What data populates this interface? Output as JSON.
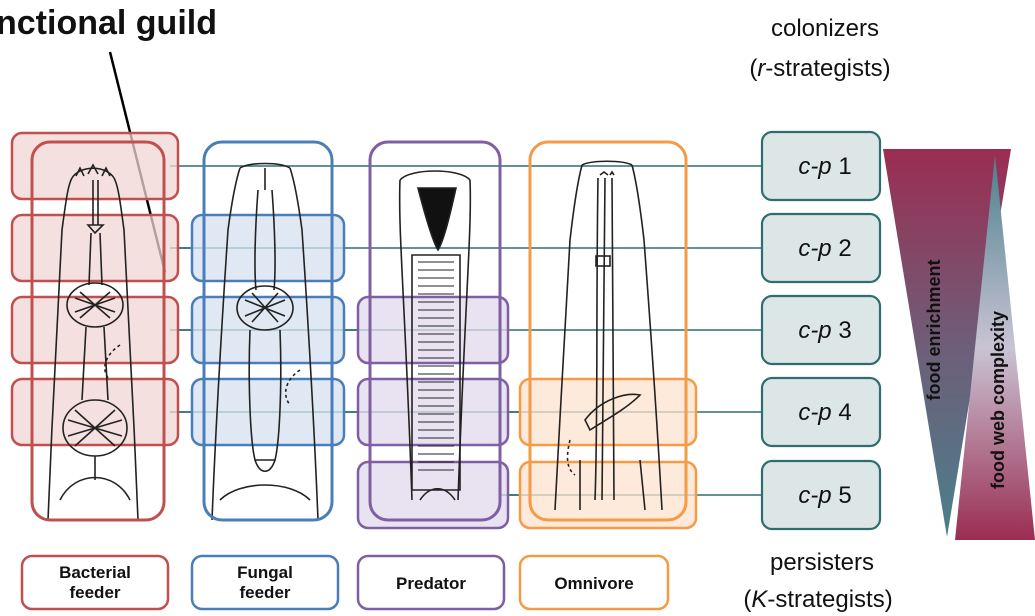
{
  "title": "nctional guild",
  "colonizers": {
    "line1": "colonizers",
    "line2_italic": "r",
    "line2_rest": "-strategists)",
    "line2_open": "("
  },
  "persisters": {
    "line1": "persisters",
    "line2_italic": "K",
    "line2_rest": "-strategists)",
    "line2_open": "("
  },
  "cp_classes": [
    {
      "prefix_italic": "c-p",
      "num": "1"
    },
    {
      "prefix_italic": "c-p",
      "num": "2"
    },
    {
      "prefix_italic": "c-p",
      "num": "3"
    },
    {
      "prefix_italic": "c-p",
      "num": "4"
    },
    {
      "prefix_italic": "c-p",
      "num": "5"
    }
  ],
  "guilds": [
    {
      "line1": "Bacterial",
      "line2": "feeder",
      "color": "#c0504d",
      "fill": "#f2d6d6",
      "cp": [
        1,
        2,
        3,
        4
      ]
    },
    {
      "line1": "Fungal",
      "line2": "feeder",
      "color": "#4a7ebb",
      "fill": "#d6e1ef",
      "cp": [
        2,
        3,
        4
      ]
    },
    {
      "line1": "Predator",
      "line2": "",
      "color": "#7f5fa3",
      "fill": "#e2d9ec",
      "cp": [
        3,
        4,
        5
      ]
    },
    {
      "line1": "Omnivore",
      "line2": "",
      "color": "#f59a45",
      "fill": "#fde3cd",
      "cp": [
        4,
        5
      ]
    }
  ],
  "gradients": {
    "food_enrichment": "food enrichment",
    "food_web_complexity": "food web complexity",
    "dark": "#9b2d52",
    "teal": "#4a7f8c",
    "light": "#d8dde4"
  },
  "cp_box": {
    "stroke": "#2e6e6e",
    "fill": "#dde6e6"
  },
  "icons": [
    "bacterial-feeder-nematode-icon",
    "fungal-feeder-nematode-icon",
    "predator-nematode-icon",
    "omnivore-nematode-icon"
  ]
}
